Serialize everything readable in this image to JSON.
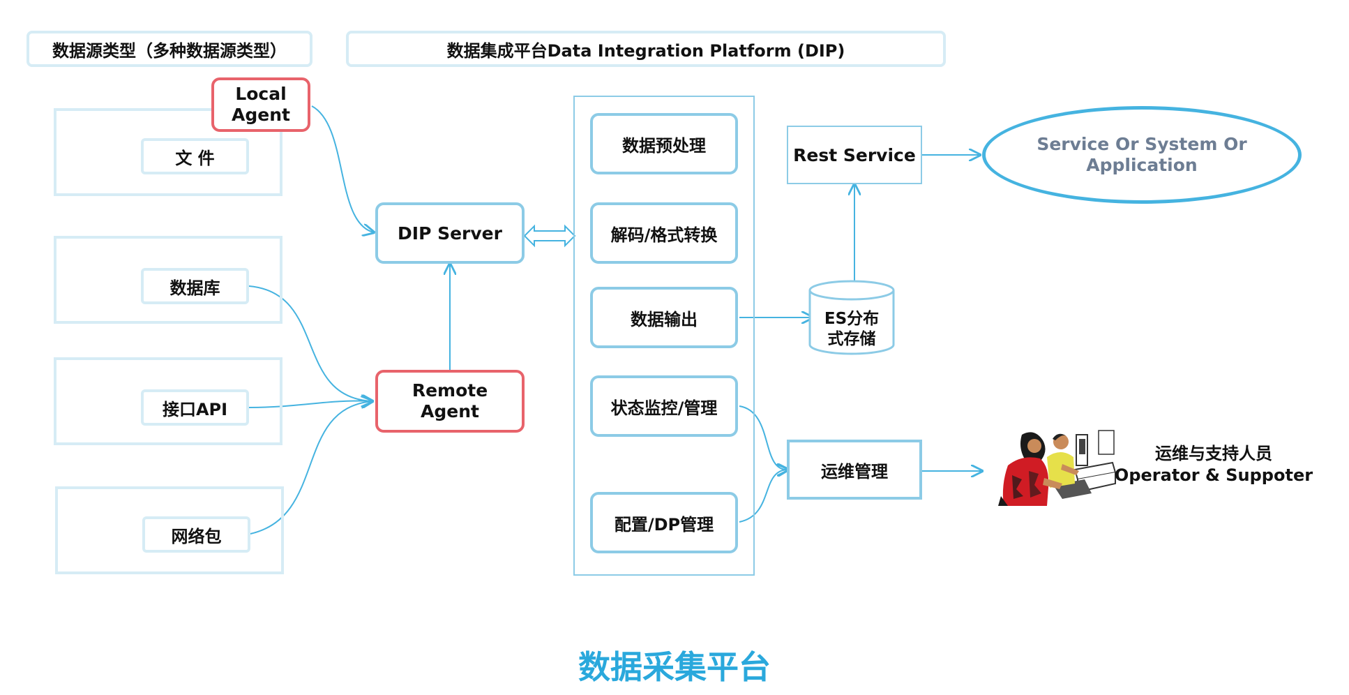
{
  "header": {
    "source_types": "数据源类型（多种数据源类型）",
    "platform": "数据集成平台Data Integration Platform (DIP)"
  },
  "sources": {
    "file": "文 件",
    "database": "数据库",
    "api": "接口API",
    "network": "网络包"
  },
  "agents": {
    "local_line1": "Local",
    "local_line2": "Agent",
    "remote_line1": "Remote",
    "remote_line2": "Agent"
  },
  "server": "DIP Server",
  "platform_modules": [
    "数据预处理",
    "解码/格式转换",
    "数据输出",
    "状态监控/管理",
    "配置/DP管理"
  ],
  "rest_service": "Rest Service",
  "service_ellipse": {
    "line1": "Service Or System Or",
    "line2": "Application"
  },
  "storage": {
    "line1": "ES分布",
    "line2": "式存储"
  },
  "ops": "运维管理",
  "people": {
    "line1": "运维与支持人员",
    "line2": "Operator & Suppoter"
  },
  "footer_title": "数据采集平台",
  "colors": {
    "connector": "#45b3e0",
    "frame": "#d6ecf5",
    "module_border": "#8ccbe6",
    "agent_border": "#e8636b",
    "title": "#2aa8dc"
  }
}
